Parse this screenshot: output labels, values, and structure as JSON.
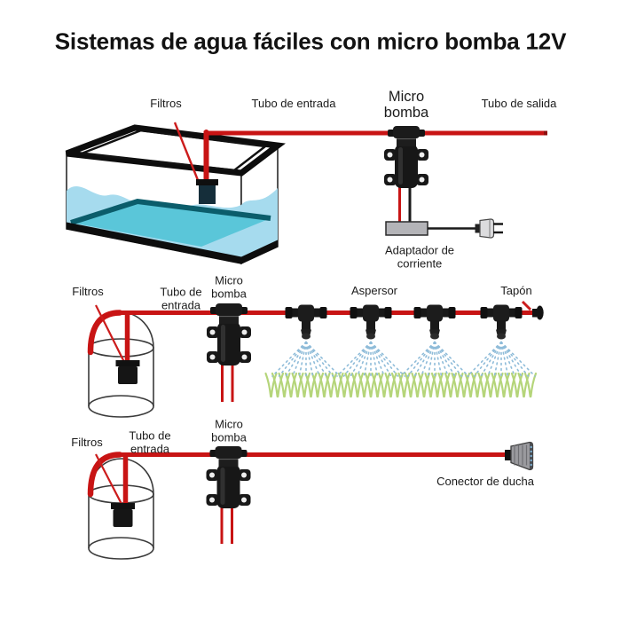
{
  "title": "Sistemas de agua fáciles con micro bomba 12V",
  "colors": {
    "tube_red": "#c81414",
    "pointer_red": "#cc1c1c",
    "device_black": "#181818",
    "water_blue": "#a6dbee",
    "floor_teal": "#5ac6d9",
    "floor_dark": "#0b5d6b",
    "grass_green": "#b5d57a",
    "mist_blue": "#8fbcd9",
    "adapter_gray": "#b4b4b8",
    "wire_black": "#1a1a1a"
  },
  "diagrams": {
    "row1": {
      "name": "aquarium system",
      "labels": {
        "filtros": "Filtros",
        "tubo_entrada": "Tubo de entrada",
        "micro_bomba": "Micro\nbomba",
        "tubo_salida": "Tubo de salida",
        "adaptador": "Adaptador de\ncorriente"
      }
    },
    "row2": {
      "name": "misting irrigation system",
      "sprinkler_count": 4,
      "labels": {
        "filtros": "Filtros",
        "tubo_entrada": "Tubo de\nentrada",
        "micro_bomba": "Micro\nbomba",
        "aspersor": "Aspersor",
        "tapon": "Tapón"
      }
    },
    "row3": {
      "name": "shower system",
      "labels": {
        "filtros": "Filtros",
        "tubo_entrada": "Tubo de\nentrada",
        "micro_bomba": "Micro\nbomba",
        "conector": "Conector de ducha"
      }
    }
  }
}
